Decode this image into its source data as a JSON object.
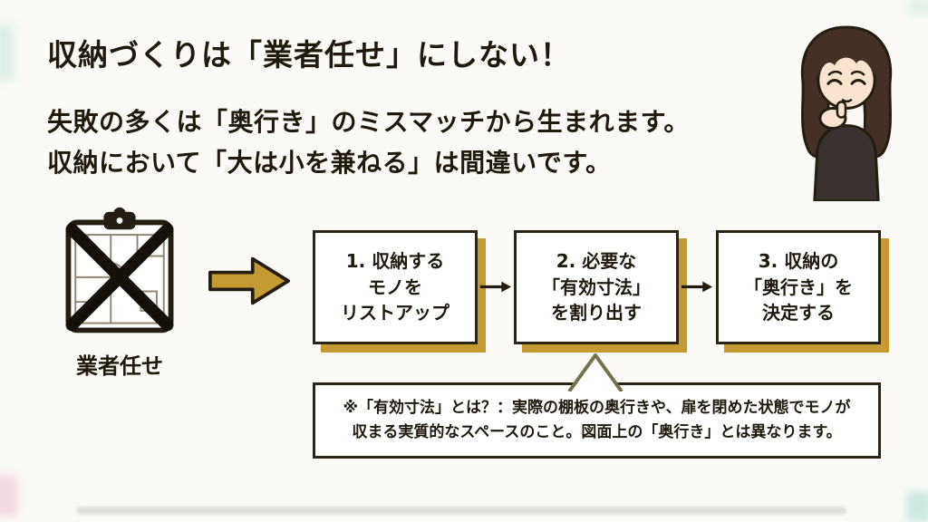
{
  "slide": {
    "title": "収納づくりは「業者任せ」にしない！",
    "subtitle_lines": [
      "失敗の多くは「奥行き」のミスマッチから生まれます。",
      "収納において「大は小を兼ねる」は間違いです。"
    ]
  },
  "flow": {
    "rejected_label": "業者任せ",
    "steps": [
      {
        "lines": [
          "1. 収納する",
          "モノを",
          "リストアップ"
        ]
      },
      {
        "lines": [
          "2. 必要な",
          "「有効寸法」",
          "を割り出す"
        ]
      },
      {
        "lines": [
          "3. 収納の",
          "「奥行き」を",
          "決定する"
        ]
      }
    ]
  },
  "note": {
    "lines": [
      "※「有効寸法」とは？：実際の棚板の奥行きや、扉を閉めた状態でモノが",
      "収まる実質的なスペースのこと。図面上の「奥行き」とは異なります。"
    ]
  },
  "icons": {
    "clipboard": "clipboard-blueprint-x-icon",
    "big_arrow": "big-right-arrow-icon",
    "step_arrow": "right-arrow-icon",
    "callout": "callout-chevron-icon",
    "character": "thinking-woman-illustration"
  },
  "colors": {
    "background": "#fbfaf6",
    "text_dark": "#201a0e",
    "accent_gold": "#c59a33",
    "border_dark": "#2a2414",
    "callout_olive": "#75714f"
  }
}
